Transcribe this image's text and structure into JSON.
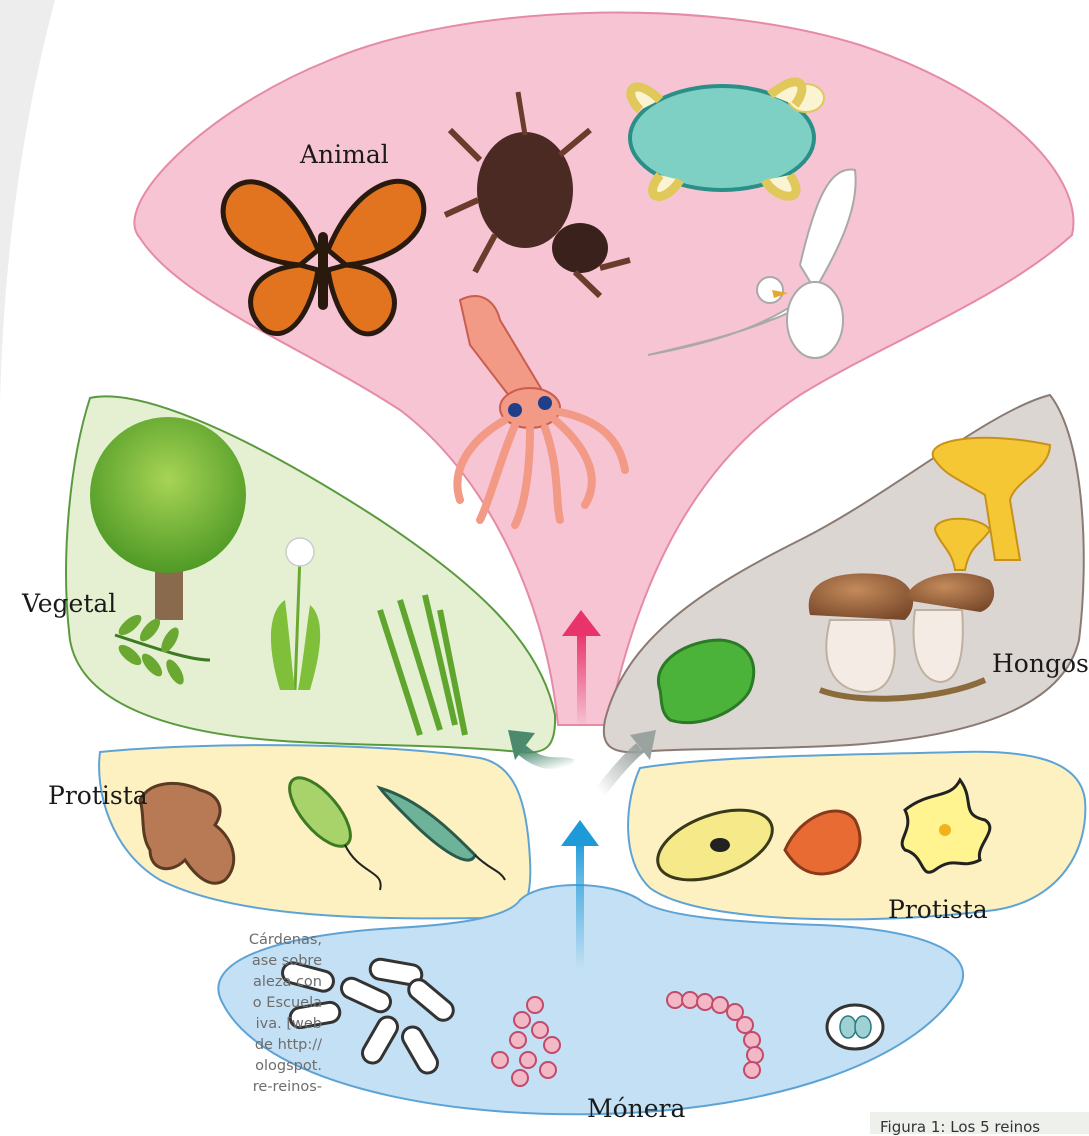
{
  "kingdoms": {
    "animal": "Animal",
    "vegetal": "Vegetal",
    "hongos": "Hongos",
    "protista_left": "Protista",
    "protista_right": "Protista",
    "monera": "Mónera"
  },
  "side_note_lines": [
    "Cárdenas,",
    "ase sobre",
    "aleza con",
    "o Escuela",
    "iva. [web",
    "de http://",
    "ologspot.",
    "re-reinos-"
  ],
  "caption": "Figura 1: Los 5 reinos",
  "colors": {
    "animal": "#f7c4d4",
    "vegetal": "#e5f0d2",
    "hongos": "#dcd6d3",
    "protista": "#fdf1c2",
    "monera": "#c4e0f4",
    "arrow_animal": "#e8336b",
    "arrow_monera": "#1f9ad8"
  }
}
